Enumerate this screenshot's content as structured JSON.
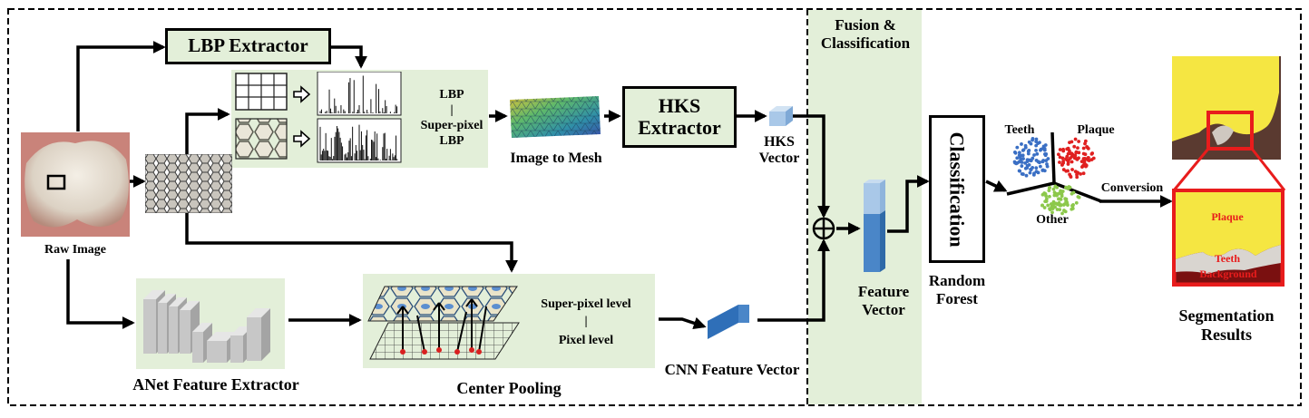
{
  "extractors": {
    "lbp": "LBP Extractor",
    "hks": "HKS Extractor",
    "anet": "ANet Feature Extractor"
  },
  "lbp_panel": {
    "line1": "LBP",
    "sep": "|",
    "line2": "Super-pixel",
    "line3": "LBP"
  },
  "labels": {
    "raw_image": "Raw Image",
    "image_to_mesh": "Image to Mesh",
    "hks_vector": "HKS Vector",
    "center_pooling": "Center Pooling",
    "cnn_feature_vector": "CNN Feature Vector",
    "feature_vector": "Feature Vector",
    "random_forest": "Random Forest",
    "segmentation_results": "Segmentation Results",
    "conversion": "Conversion"
  },
  "pooling_panel": {
    "line1": "Super-pixel level",
    "sep": "|",
    "line2": "Pixel level"
  },
  "fusion": {
    "title": "Fusion & Classification"
  },
  "classifier": {
    "label": "Classification"
  },
  "scatter": {
    "classes": [
      {
        "name": "Teeth",
        "color": "#3a6fc4"
      },
      {
        "name": "Plaque",
        "color": "#e02020"
      },
      {
        "name": "Other",
        "color": "#8cc84b"
      }
    ]
  },
  "result": {
    "plaque": "Plaque",
    "teeth": "Teeth",
    "background": "Background",
    "highlight_color": "#e81c1c",
    "plaque_color": "#f5e642"
  },
  "colors": {
    "panel_green": "#e3efd9",
    "vector_blue": "#4a86c8",
    "vector_light": "#a9c8e8"
  }
}
